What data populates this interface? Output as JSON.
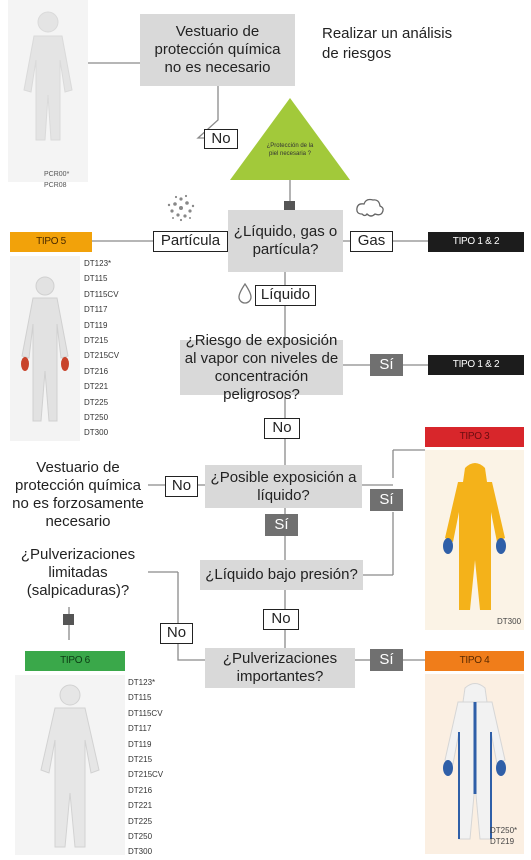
{
  "header": {
    "title": "Realizar un análisis de riesgos",
    "top_box": "Vestuario de protección química no es necesario",
    "top_codes": [
      "PCR00*",
      "PCR08"
    ]
  },
  "triangle": {
    "text": "¿Protección de la piel necesaria ?",
    "no_label": "No"
  },
  "decision_state": {
    "question": "¿Líquido, gas o partícula?",
    "particle_label": "Partícula",
    "gas_label": "Gas",
    "liquid_label": "Líquido"
  },
  "vapor": {
    "question": "¿Riesgo de exposición al vapor con niveles de concentración peligrosos?",
    "yes_label": "Sí",
    "no_label": "No"
  },
  "liquid_exposure": {
    "question": "¿Posible exposición a líquido?",
    "no_label": "No",
    "yes_label": "Sí",
    "result_box": "Vestuario de protección química no es forzosamente necesario",
    "right_yes_label": "Sí"
  },
  "pressure": {
    "question": "¿Líquido bajo presión?",
    "no_label": "No"
  },
  "limited_sprays": {
    "question": "¿Pulverizaciones limitadas (salpicaduras)?",
    "no_label": "No"
  },
  "important_sprays": {
    "question": "¿Pulverizaciones importantes?",
    "yes_label": "Sí"
  },
  "types": {
    "tipo5": "TIPO 5",
    "tipo12_gas": "TIPO 1 & 2",
    "tipo12_vapor": "TIPO 1 & 2",
    "tipo3": "TIPO 3",
    "tipo4": "TIPO 4",
    "tipo6": "TIPO 6"
  },
  "codes": {
    "tipo5": [
      "DT123*",
      "DT115",
      "DT115CV",
      "DT117",
      "DT119",
      "DT215",
      "DT215CV",
      "DT216",
      "DT221",
      "DT225",
      "DT250",
      "DT300"
    ],
    "tipo6": [
      "DT123*",
      "DT115",
      "DT115CV",
      "DT117",
      "DT119",
      "DT215",
      "DT215CV",
      "DT216",
      "DT221",
      "DT225",
      "DT250",
      "DT300"
    ],
    "tipo3": [
      "DT300"
    ],
    "tipo4": [
      "DT250*",
      "DT219"
    ]
  },
  "colors": {
    "box_gray": "#d9d9d9",
    "label_dark": "#707070",
    "tipo5": "#f2a20a",
    "tipo12": "#1c1c1c",
    "tipo3": "#d8262b",
    "tipo4": "#f07d1a",
    "tipo6": "#3aa84a",
    "triangle": "#a2c93a",
    "suit_yellow": "#f4b21a"
  },
  "icons": [
    "dust-cloud-icon",
    "gas-cloud-icon",
    "droplet-icon"
  ]
}
